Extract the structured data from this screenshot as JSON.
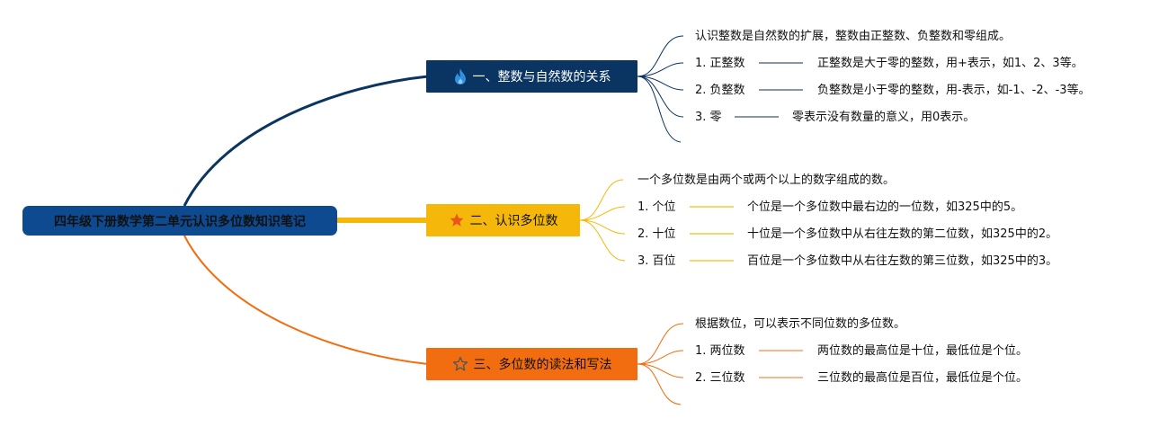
{
  "central_topic": "四年级下册数学第二单元认识多位数知识笔记",
  "colors": {
    "central": "#0d4a8f",
    "branch1": "#0a3461",
    "branch2": "#f5b80a",
    "branch3": "#f26d0f"
  },
  "branches": [
    {
      "title": "一、整数与自然数的关系",
      "icon": "flame-icon",
      "intro": "认识整数是自然数的扩展，整数由正整数、负整数和零组成。",
      "items": [
        {
          "label": "1. 正整数",
          "detail": "正整数是大于零的整数，用+表示，如1、2、3等。"
        },
        {
          "label": "2. 负整数",
          "detail": "负整数是小于零的整数，用-表示，如-1、-2、-3等。"
        },
        {
          "label": "3. 零",
          "detail": "零表示没有数量的意义，用0表示。"
        }
      ]
    },
    {
      "title": "二、认识多位数",
      "icon": "star-icon",
      "intro": "一个多位数是由两个或两个以上的数字组成的数。",
      "items": [
        {
          "label": "1. 个位",
          "detail": "个位是一个多位数中最右边的一位数，如325中的5。"
        },
        {
          "label": "2. 十位",
          "detail": "十位是一个多位数中从右往左数的第二位数，如325中的2。"
        },
        {
          "label": "3. 百位",
          "detail": "百位是一个多位数中从右往左数的第三位数，如325中的3。"
        }
      ]
    },
    {
      "title": "三、多位数的读法和写法",
      "icon": "star-outline-icon",
      "intro": "根据数位，可以表示不同位数的多位数。",
      "items": [
        {
          "label": "1. 两位数",
          "detail": "两位数的最高位是十位，最低位是个位。"
        },
        {
          "label": "2. 三位数",
          "detail": "三位数的最高位是百位，最低位是个位。"
        }
      ]
    }
  ]
}
